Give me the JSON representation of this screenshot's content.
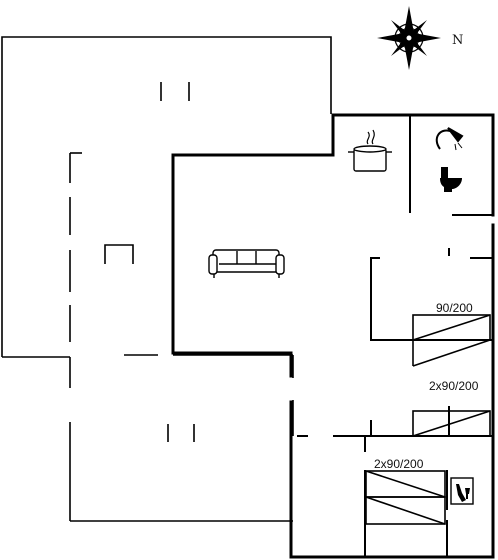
{
  "plan": {
    "labels": {
      "bed_1": "90/200",
      "bed_2": "2x90/200",
      "bed_3": "2x90/200"
    },
    "compass": {
      "north_label": "N",
      "icon": "compass-rose-icon"
    },
    "icons": {
      "kitchen": "cooking-pot-icon",
      "shower": "shower-icon",
      "toilet": "toilet-icon",
      "sofa": "sofa-icon",
      "wine": "wine-bottle-glass-icon"
    },
    "colors": {
      "wall": "#000000",
      "background": "#ffffff"
    }
  }
}
